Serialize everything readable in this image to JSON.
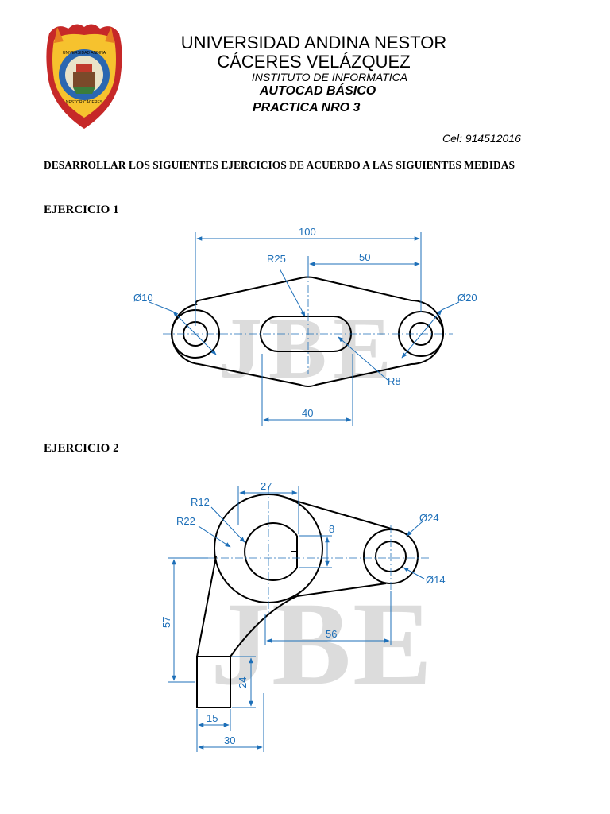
{
  "header": {
    "university_line1": "UNIVERSIDAD ANDINA NESTOR",
    "university_line2": "CÁCERES VELÁZQUEZ",
    "institute": "INSTITUTO DE INFORMATICA",
    "course": "AUTOCAD BÁSICO",
    "practice": "PRACTICA NRO 3",
    "phone": "Cel: 914512016"
  },
  "logo": {
    "top_text": "UNIVERSIDAD ANDINA",
    "bottom_text": "NESTOR CÁCERES"
  },
  "instructions": "DESARROLLAR LOS SIGUIENTES EJERCICIOS DE ACUERDO A LAS SIGUIENTES MEDIDAS",
  "exercise1": {
    "title": "EJERCICIO 1",
    "dims": {
      "overall": "100",
      "half": "50",
      "radius_top": "R25",
      "left_hole": "Ø10",
      "right_hole": "Ø20",
      "slot_radius": "R8",
      "slot_length": "40"
    }
  },
  "exercise2": {
    "title": "EJERCICIO 2",
    "dims": {
      "width_top": "27",
      "r_inner": "R12",
      "r_outer": "R22",
      "key": "8",
      "hole_outer": "Ø24",
      "hole_inner": "Ø14",
      "height": "57",
      "horiz": "56",
      "base_h": "24",
      "base_w": "15",
      "total_w": "30"
    }
  },
  "watermark": {
    "letters": "JBE"
  },
  "colors": {
    "dimension": "#1d6fb8",
    "outline": "#000000",
    "watermark": "#d9d9d9"
  }
}
